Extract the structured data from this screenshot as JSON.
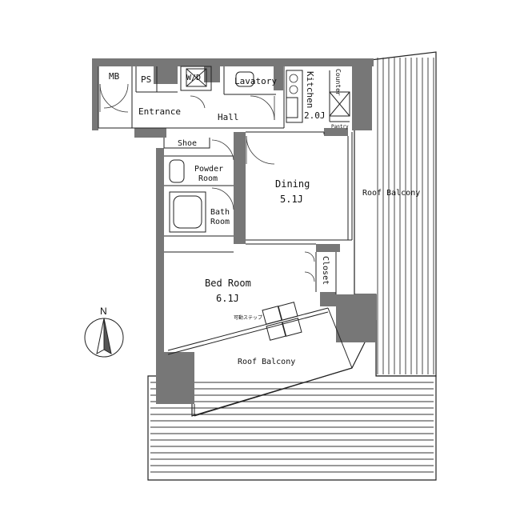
{
  "rooms": {
    "mb": "MB",
    "ps": "PS",
    "wd": "W/D",
    "lavatory": "Lavatory",
    "kitchen": "Kitchen",
    "kitchen_size": "2.0J",
    "counter": "Counter",
    "pantry": "Pantry",
    "entrance": "Entrance",
    "hall": "Hall",
    "shoe": "Shoe",
    "powder_room_1": "Powder",
    "powder_room_2": "Room",
    "bath_room_1": "Bath",
    "bath_room_2": "Room",
    "dining": "Dining",
    "dining_size": "5.1J",
    "roof_balcony_east": "Roof Balcony",
    "bed_room": "Bed Room",
    "bed_room_size": "6.1J",
    "closet": "Closet",
    "movable_step": "可動ステップ",
    "roof_balcony_south": "Roof Balcony"
  },
  "compass": {
    "label": "N",
    "icon": "north-arrow-icon"
  },
  "colors": {
    "wall": "#777777",
    "line": "#222222",
    "background": "#ffffff"
  }
}
